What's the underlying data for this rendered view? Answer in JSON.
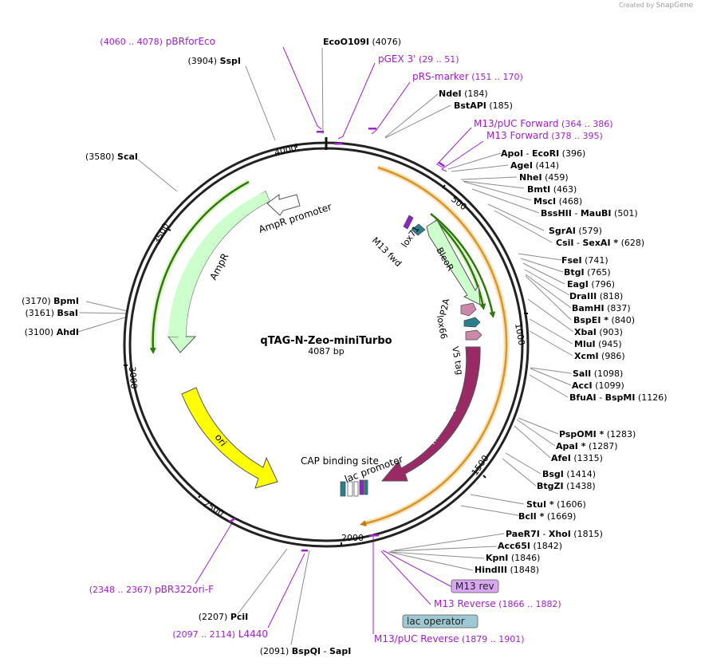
{
  "credit": {
    "prefix": "Created by",
    "brand": "SnapGene"
  },
  "plasmid": {
    "name": "qTAG-N-Zeo-miniTurbo",
    "size": "4087 bp"
  },
  "ticks": [
    "500",
    "1000",
    "1500",
    "2000",
    "2500",
    "3000",
    "3500",
    "4000"
  ],
  "sites": [
    {
      "n1": "EcoO109I",
      "pos": "(4076)"
    },
    {
      "n1": "NdeI",
      "pos": "(184)"
    },
    {
      "n1": "BstAPI",
      "pos": "(185)"
    },
    {
      "n1": "ApoI",
      "n2": "EcoRI",
      "pos": "(396)"
    },
    {
      "n1": "AgeI",
      "pos": "(414)"
    },
    {
      "n1": "NheI",
      "pos": "(459)"
    },
    {
      "n1": "BmtI",
      "pos": "(463)"
    },
    {
      "n1": "MscI",
      "pos": "(468)"
    },
    {
      "n1": "BssHII",
      "n2": "MauBI",
      "pos": "(501)"
    },
    {
      "n1": "SgrAI",
      "pos": "(579)"
    },
    {
      "n1": "CsiI",
      "n2": "SexAI *",
      "pos": "(628)"
    },
    {
      "n1": "FseI",
      "pos": "(741)"
    },
    {
      "n1": "BtgI",
      "pos": "(765)"
    },
    {
      "n1": "EagI",
      "pos": "(796)"
    },
    {
      "n1": "DraIII",
      "pos": "(818)"
    },
    {
      "n1": "BamHI",
      "pos": "(837)"
    },
    {
      "n1": "BspEI *",
      "pos": "(840)"
    },
    {
      "n1": "XbaI",
      "pos": "(903)"
    },
    {
      "n1": "MluI",
      "pos": "(945)"
    },
    {
      "n1": "XcmI",
      "pos": "(986)"
    },
    {
      "n1": "SalI",
      "pos": "(1098)"
    },
    {
      "n1": "AccI",
      "pos": "(1099)"
    },
    {
      "n1": "BfuAI",
      "n2": "BspMI",
      "pos": "(1126)"
    },
    {
      "n1": "PspOMI *",
      "pos": "(1283)"
    },
    {
      "n1": "ApaI *",
      "pos": "(1287)"
    },
    {
      "n1": "AfeI",
      "pos": "(1315)"
    },
    {
      "n1": "BsgI",
      "pos": "(1414)"
    },
    {
      "n1": "BtgZI",
      "pos": "(1438)"
    },
    {
      "n1": "StuI *",
      "pos": "(1606)"
    },
    {
      "n1": "BclI *",
      "pos": "(1669)"
    },
    {
      "n1": "PaeR7I",
      "n2": "XhoI",
      "pos": "(1815)"
    },
    {
      "n1": "Acc65I",
      "pos": "(1842)"
    },
    {
      "n1": "KpnI",
      "pos": "(1846)"
    },
    {
      "n1": "HindIII",
      "pos": "(1848)"
    },
    {
      "n1": "BspQI",
      "n2": "SapI",
      "pos": "(2091)"
    },
    {
      "n1": "PciI",
      "pos": "(2207)"
    },
    {
      "n1": "AhdI",
      "pos": "(3100)"
    },
    {
      "n1": "BsaI",
      "pos": "(3161)"
    },
    {
      "n1": "BpmI",
      "pos": "(3170)"
    },
    {
      "n1": "ScaI",
      "pos": "(3580)"
    },
    {
      "n1": "SspI",
      "pos": "(3904)"
    }
  ],
  "primers": [
    {
      "name": "pBRforEco",
      "pos": "(4060 .. 4078)"
    },
    {
      "name": "pGEX 3'",
      "pos": "(29 .. 51)"
    },
    {
      "name": "pRS-marker",
      "pos": "(151 .. 170)"
    },
    {
      "name": "M13/pUC Forward",
      "pos": "(364 .. 386)"
    },
    {
      "name": "M13 Forward",
      "pos": "(378 .. 395)"
    },
    {
      "name": "M13 rev"
    },
    {
      "name": "M13 Reverse",
      "pos": "(1866 .. 1882)"
    },
    {
      "name": "lac operator"
    },
    {
      "name": "M13/pUC Reverse",
      "pos": "(1879 .. 1901)"
    },
    {
      "name": "L4440",
      "pos": "(2097 .. 2114)"
    },
    {
      "name": "pBR322ori-F",
      "pos": "(2348 .. 2367)"
    }
  ],
  "features": {
    "ampr_promoter": "AmpR promoter",
    "ampr": "AmpR",
    "ori": "ori",
    "bleor": "BleoR",
    "lox71": "lox71",
    "m13fwd": "M13 fwd",
    "p2a": "P2A",
    "lox66": "lox66",
    "v5tag": "V5 tag",
    "miniturbo": "miniTurbo",
    "cap": "CAP binding site",
    "lac_promoter": "lac promoter"
  },
  "colors": {
    "backbone": "#222222",
    "enzyme_text": "#000000",
    "primer": "#a020d0",
    "ampr_fill": "#ccffcc",
    "ori_fill": "#ffff00",
    "miniturbo_fill": "#992a66",
    "bleor_fill": "#ccffcc",
    "orf_orange": "#e0a030",
    "orf_green": "#2b7a0b"
  }
}
